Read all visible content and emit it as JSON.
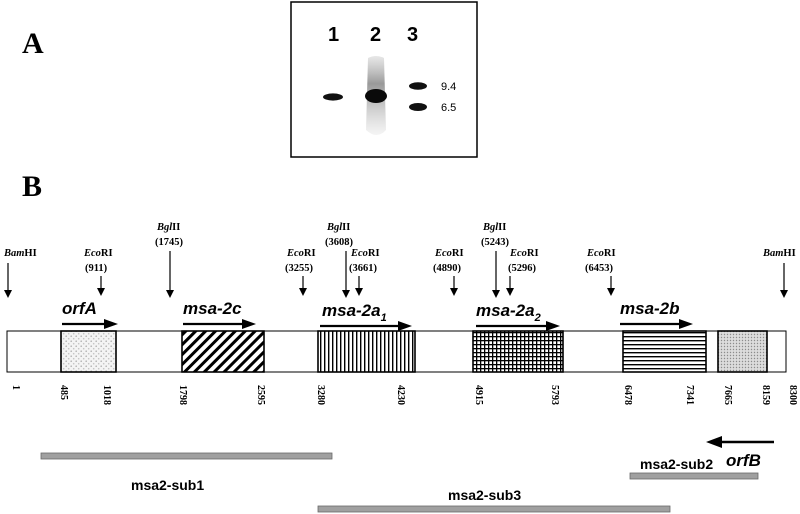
{
  "panel_a": {
    "letter": "A",
    "lanes": [
      "1",
      "2",
      "3"
    ],
    "size_markers": [
      "9.4",
      "6.5"
    ]
  },
  "panel_b": {
    "letter": "B",
    "restriction_sites": [
      {
        "enzyme_italic": "Bam",
        "enzyme_rest": "HI",
        "position": ""
      },
      {
        "enzyme_italic": "Eco",
        "enzyme_rest": "RI",
        "position": "(911)"
      },
      {
        "enzyme_italic": "Bgl",
        "enzyme_rest": "II",
        "position": "(1745)"
      },
      {
        "enzyme_italic": "Eco",
        "enzyme_rest": "RI",
        "position": "(3255)"
      },
      {
        "enzyme_italic": "Bgl",
        "enzyme_rest": "II",
        "position": "(3608)"
      },
      {
        "enzyme_italic": "Eco",
        "enzyme_rest": "RI",
        "position": "(3661)"
      },
      {
        "enzyme_italic": "Eco",
        "enzyme_rest": "RI",
        "position": "(4890)"
      },
      {
        "enzyme_italic": "Bgl",
        "enzyme_rest": "II",
        "position": "(5243)"
      },
      {
        "enzyme_italic": "Eco",
        "enzyme_rest": "RI",
        "position": "(5296)"
      },
      {
        "enzyme_italic": "Eco",
        "enzyme_rest": "RI",
        "position": "(6453)"
      },
      {
        "enzyme_italic": "Bam",
        "enzyme_rest": "HI",
        "position": ""
      }
    ],
    "genes": [
      {
        "name": "orfA",
        "sub": "",
        "start": "485",
        "end": "1018",
        "pattern": "dots"
      },
      {
        "name": "msa-2c",
        "sub": "",
        "start": "1798",
        "end": "2595",
        "pattern": "diagonal"
      },
      {
        "name": "msa-2a",
        "sub": "1",
        "start": "3280",
        "end": "4230",
        "pattern": "vertical"
      },
      {
        "name": "msa-2a",
        "sub": "2",
        "start": "4915",
        "end": "5793",
        "pattern": "grid"
      },
      {
        "name": "msa-2b",
        "sub": "",
        "start": "6478",
        "end": "7341",
        "pattern": "horizontal"
      },
      {
        "name": "orfB",
        "sub": "",
        "start": "7665",
        "end": "8159",
        "pattern": "fine-dots"
      }
    ],
    "ends": {
      "left": "1",
      "right": "8300"
    },
    "subclones": [
      {
        "name": "msa2-sub1"
      },
      {
        "name": "msa2-sub2"
      },
      {
        "name": "msa2-sub3"
      }
    ]
  }
}
